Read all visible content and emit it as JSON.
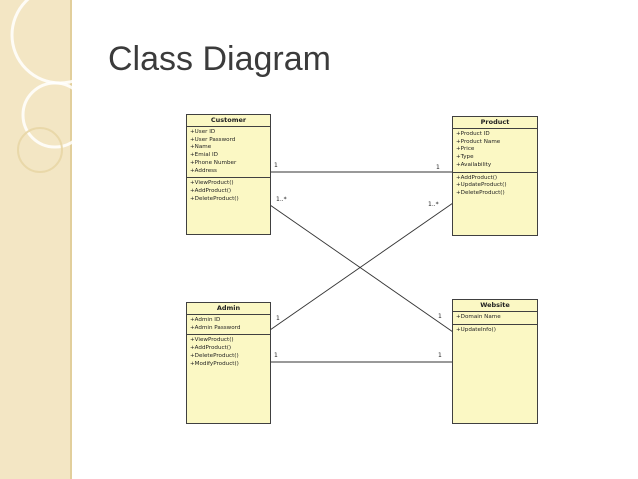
{
  "slide": {
    "title": "Class Diagram"
  },
  "classes": {
    "customer": {
      "name": "Customer",
      "attributes": [
        "+User ID",
        "+User Password",
        "+Name",
        "+Emial ID",
        "+Phone Number",
        "+Address"
      ],
      "operations": [
        "+ViewProduct()",
        "+AddProduct()",
        "+DeleteProduct()"
      ]
    },
    "product": {
      "name": "Product",
      "attributes": [
        "+Product ID",
        "+Product Name",
        "+Price",
        "+Type",
        "+Availability"
      ],
      "operations": [
        "+AddProduct()",
        "+UpdateProduct()",
        "+DeleteProduct()"
      ]
    },
    "admin": {
      "name": "Admin",
      "attributes": [
        "+Admin ID",
        "+Admin Password"
      ],
      "operations": [
        "+ViewProduct()",
        "+AddProduct()",
        "+DeleteProduct()",
        "+ModifyProduct()"
      ]
    },
    "website": {
      "name": "Website",
      "attributes": [
        "+Domain Name"
      ],
      "operations": [
        "+UpdateInfo()"
      ]
    }
  },
  "multiplicities": {
    "customer_product_near_customer": "1",
    "customer_product_near_product": "1",
    "customer_website_near_customer": "1..*",
    "customer_website_near_website": "1",
    "admin_product_near_admin": "1",
    "admin_product_near_product": "1..*",
    "admin_website_near_admin": "1",
    "admin_website_near_website": "1"
  }
}
